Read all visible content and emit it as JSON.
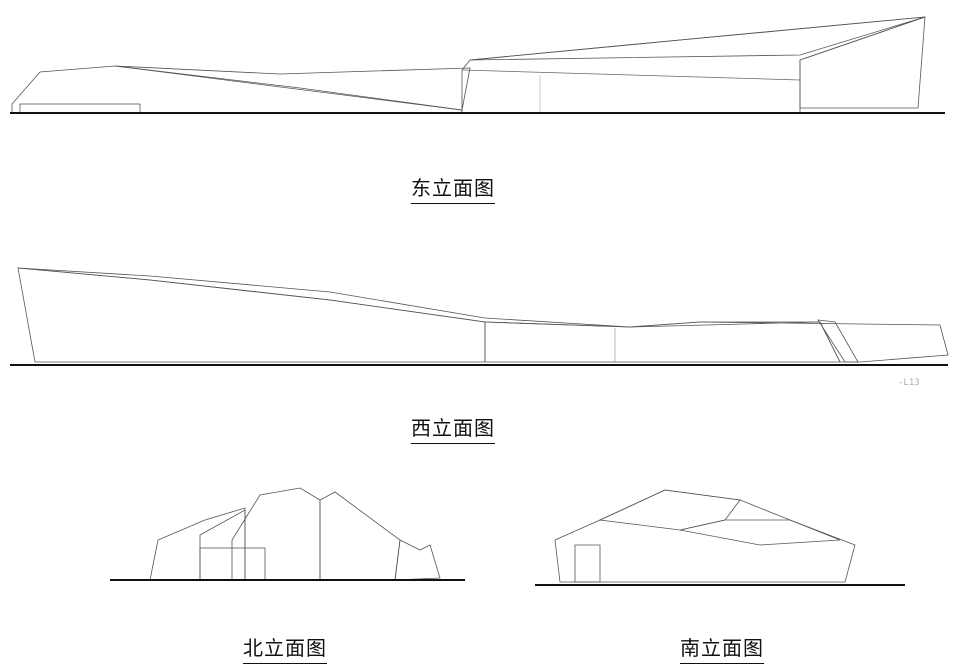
{
  "drawings": [
    {
      "id": "east",
      "title": "东立面图"
    },
    {
      "id": "west",
      "title": "西立面图",
      "level_label": "-L13"
    },
    {
      "id": "north",
      "title": "北立面图"
    },
    {
      "id": "south",
      "title": "南立面图"
    }
  ]
}
